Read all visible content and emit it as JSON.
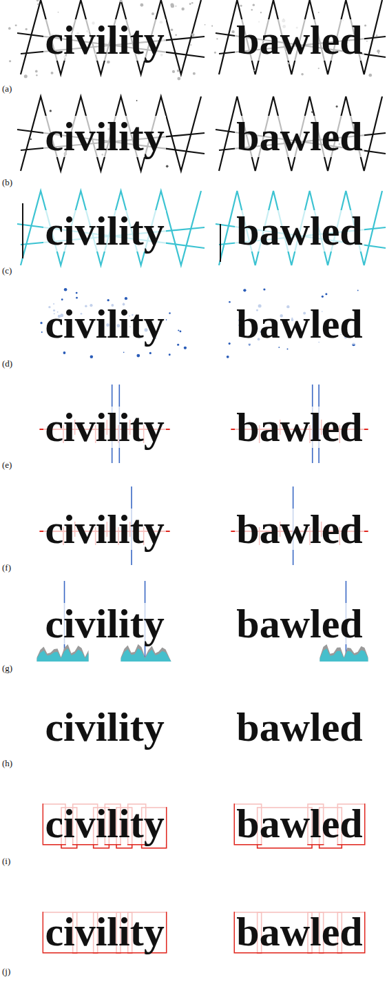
{
  "diagram": {
    "labels": [
      "civility",
      "bawled",
      "(a)",
      "civility",
      "bawled",
      "(b)",
      "civility",
      "bawled",
      "(c)",
      "civility",
      "bawled",
      "(d)",
      "civility",
      "bawled",
      "(e)",
      "civility",
      "bawled",
      "(f)",
      "civility",
      "bawled",
      "(g)",
      "civility",
      "bawled",
      "(h)",
      "civility",
      "bawled",
      "(i)",
      "civility",
      "bawled",
      "(j)"
    ]
  }
}
